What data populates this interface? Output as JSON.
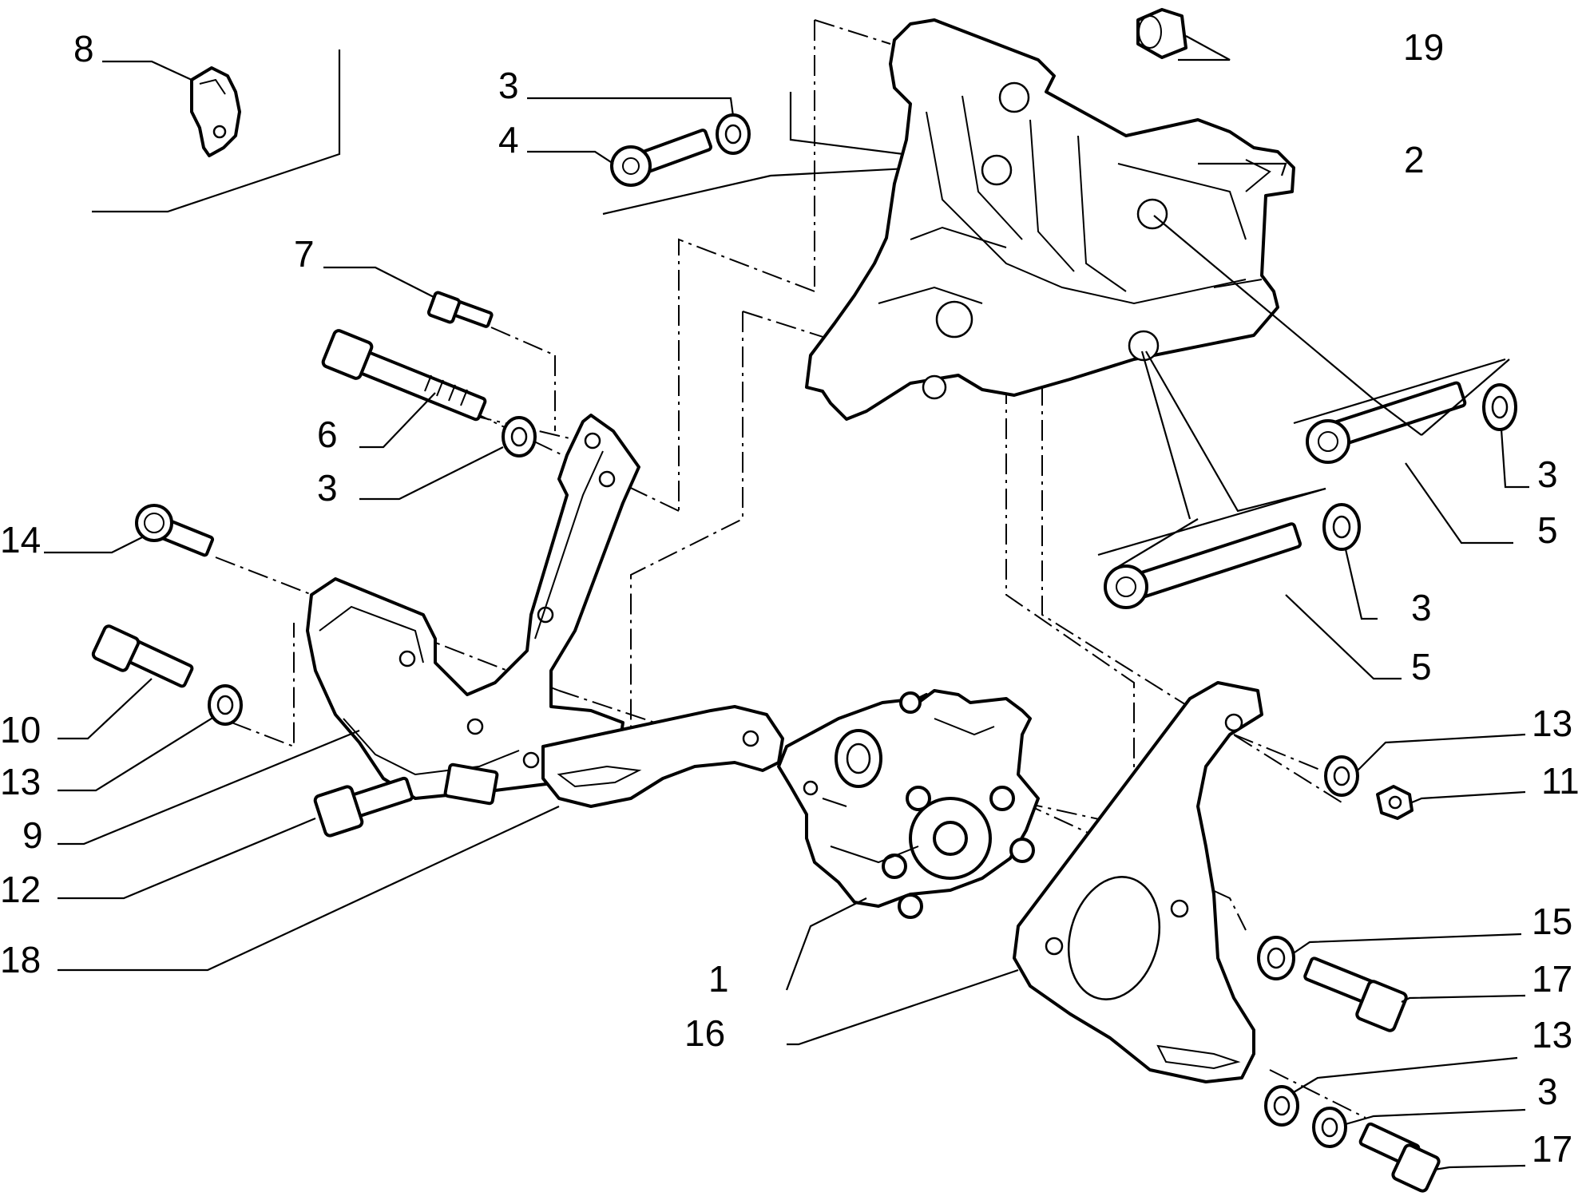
{
  "labels": {
    "c1": "1",
    "c2": "2",
    "c3a": "3",
    "c3b": "3",
    "c3c": "3",
    "c3d": "3",
    "c3e": "3",
    "c4": "4",
    "c5a": "5",
    "c5b": "5",
    "c6": "6",
    "c7": "7",
    "c8": "8",
    "c9": "9",
    "c10": "10",
    "c11": "11",
    "c12": "12",
    "c13a": "13",
    "c13b": "13",
    "c13c": "13",
    "c14": "14",
    "c15": "15",
    "c16": "16",
    "c17a": "17",
    "c17b": "17",
    "c18": "18",
    "c19": "19"
  },
  "colors": {
    "line": "#000000",
    "background": "#ffffff"
  }
}
